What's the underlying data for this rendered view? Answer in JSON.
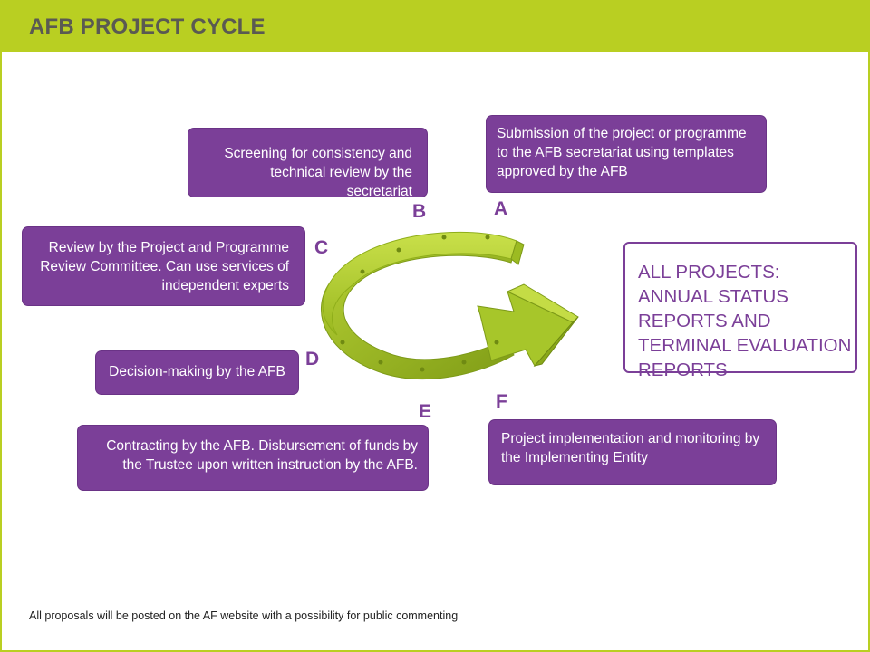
{
  "header": {
    "title": "AFB PROJECT CYCLE"
  },
  "steps": [
    {
      "letter": "A",
      "text": "Submission of the project or programme to the AFB secretariat using templates approved by the AFB"
    },
    {
      "letter": "B",
      "text": "Screening for consistency and technical review by the secretariat"
    },
    {
      "letter": "C",
      "text": "Review by the Project and Programme Review Committee. Can use services of independent experts"
    },
    {
      "letter": "D",
      "text": "Decision-making by the AFB"
    },
    {
      "letter": "E",
      "text": "Contracting by the AFB. Disbursement of funds by the Trustee upon written instruction by the AFB."
    },
    {
      "letter": "F",
      "text": "Project implementation and monitoring by the Implementing Entity"
    }
  ],
  "status_box": {
    "text": "ALL PROJECTS: ANNUAL STATUS REPORTS AND TERMINAL EVALUATION REPORTS"
  },
  "footer": {
    "note": "All proposals will be posted on the AF website with a possibility for public commenting"
  },
  "colors": {
    "header": "#b9cf22",
    "purple": "#7b3f98",
    "arrow_green": "#a7c62a"
  },
  "icons": {
    "cycle_arrow": "curved-arrow-icon"
  }
}
